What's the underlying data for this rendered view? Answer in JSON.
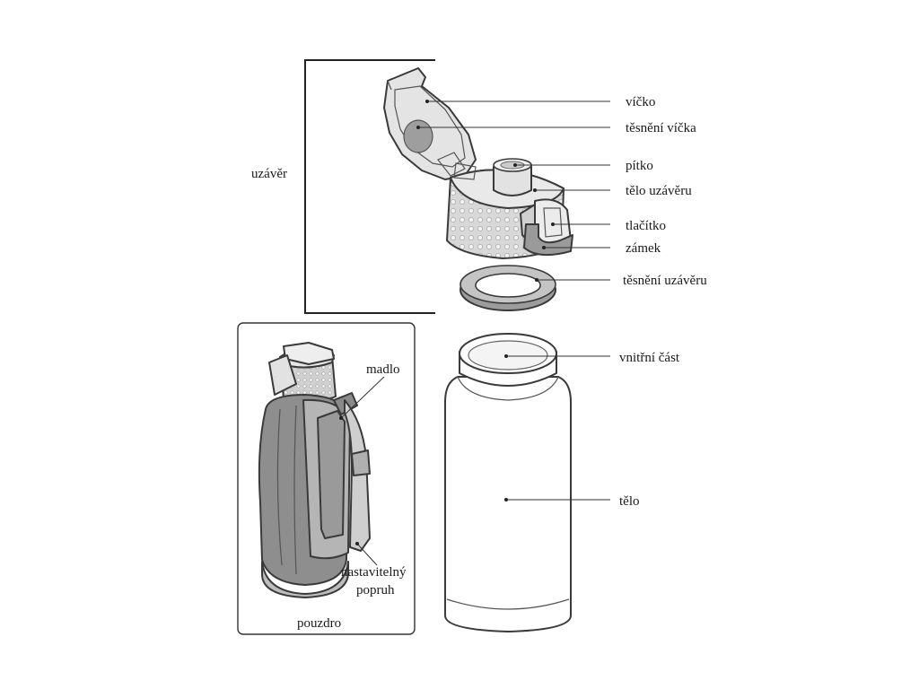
{
  "labels": {
    "vicko": "víčko",
    "tesneni_vicka": "těsnění víčka",
    "pitko": "pítko",
    "telo_uzaveru": "tělo uzávěru",
    "tlacitko": "tlačítko",
    "zamek": "zámek",
    "tesneni_uzaveru": "těsnění uzávěru",
    "uzaver": "uzávěr",
    "vnitrni_cast": "vnitřní část",
    "telo": "tělo",
    "madlo": "madlo",
    "nastavitelny": "nastavitelný",
    "popruh": "popruh",
    "pouzdro": "pouzdro"
  }
}
